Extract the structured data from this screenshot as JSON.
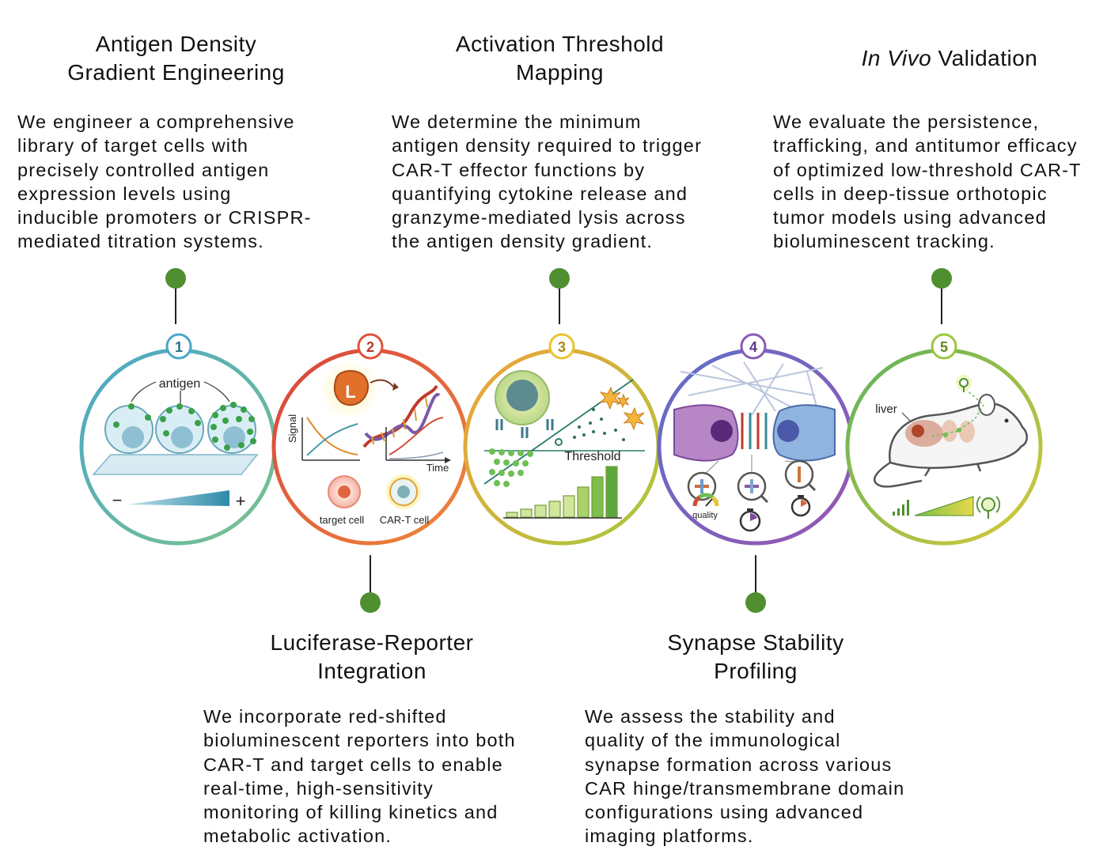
{
  "steps": [
    {
      "number": "1",
      "title_lines": [
        "Antigen Density",
        "Gradient Engineering"
      ],
      "description_lines": [
        "We engineer a comprehensive",
        "library of target cells with",
        "precisely controlled antigen",
        "expression levels using",
        "inducible promoters or CRISPR-",
        "mediated titration systems."
      ],
      "labels": {
        "antigen": "antigen",
        "minus": "−",
        "plus": "+"
      },
      "color": "#4aa7c7"
    },
    {
      "number": "2",
      "title_lines": [
        "Luciferase-Reporter",
        "Integration"
      ],
      "description_lines": [
        "We incorporate red-shifted",
        "bioluminescent reporters into both",
        "CAR-T and target cells to enable",
        "real-time, high-sensitivity",
        "monitoring of killing kinetics and",
        "metabolic activation."
      ],
      "labels": {
        "luciferase": "L",
        "signal": "Signal",
        "time": "Time",
        "target_cell": "target cell",
        "car_t_cell": "CAR-T cell"
      },
      "color": "#e0533a"
    },
    {
      "number": "3",
      "title_lines": [
        "Activation Threshold",
        "Mapping"
      ],
      "description_lines": [
        "We determine the minimum",
        "antigen density required to trigger",
        "CAR-T effector functions by",
        "quantifying cytokine release and",
        "granzyme-mediated lysis across",
        "the antigen density gradient."
      ],
      "labels": {
        "threshold": "Threshold"
      },
      "color": "#e8c42f"
    },
    {
      "number": "4",
      "title_lines": [
        "Synapse Stability",
        "Profiling"
      ],
      "description_lines": [
        "We assess the stability and",
        "quality of the immunological",
        "synapse formation across various",
        "CAR hinge/transmembrane domain",
        "configurations using advanced",
        "imaging platforms."
      ],
      "labels": {
        "quality": "quality"
      },
      "color": "#8a5bb5"
    },
    {
      "number": "5",
      "title_prefix_italic": "In Vivo",
      "title_suffix": " Validation",
      "description_lines": [
        "We evaluate the persistence,",
        "trafficking, and antitumor efficacy",
        "of optimized low-threshold CAR-T",
        "cells in deep-tissue orthotopic",
        "tumor models using advanced",
        "bioluminescent tracking."
      ],
      "labels": {
        "liver": "liver"
      },
      "color": "#9cc63e"
    }
  ],
  "connector_dot_color": "#4f8f2f"
}
